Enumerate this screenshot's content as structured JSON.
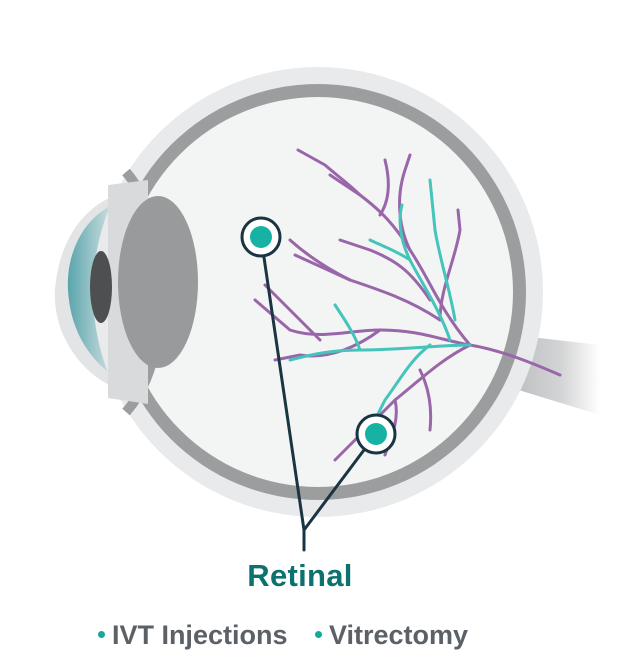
{
  "title": "Retinal",
  "procedures": [
    {
      "label": "IVT Injections"
    },
    {
      "label": "Vitrectomy"
    }
  ],
  "colors": {
    "title": "#0c716f",
    "bullet_text": "#5b6166",
    "bullet_dot": "#13a99c",
    "marker_fill": "#16b3a5",
    "marker_ring": "#1a3541",
    "pointer_line": "#1a3541",
    "vessel_purple": "#9966aa",
    "vessel_teal": "#44c4ba",
    "sclera_outer": "#e9eaeb",
    "sclera_band": "#9b9d9f",
    "vitreous": "#f3f4f4",
    "lens": "#999a9c",
    "iris": "#4d4f51",
    "cornea": "#5aa5ad"
  },
  "icons": [
    "eye-cross-section",
    "retina-marker",
    "optic-nerve"
  ]
}
